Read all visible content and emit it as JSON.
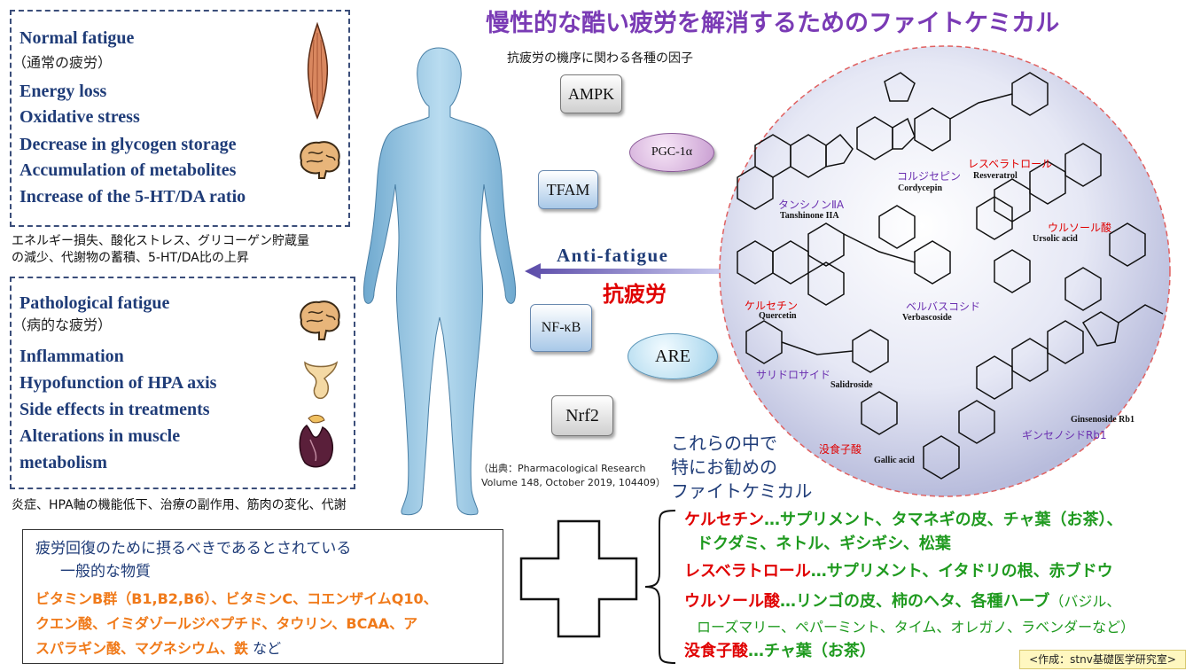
{
  "title": "慢性的な酷い疲労を解消するためのファイトケミカル",
  "normal_fatigue": {
    "heading": "Normal fatigue",
    "sub": "（通常の疲労）",
    "items": [
      "Energy loss",
      "Oxidative stress",
      "Decrease in glycogen storage",
      "Accumulation of metabolites",
      "Increase of the 5-HT/DA ratio"
    ],
    "caption_line1": "エネルギー損失、酸化ストレス、グリコーゲン貯蔵量",
    "caption_line2": "の減少、代謝物の蓄積、5-HT/DA比の上昇"
  },
  "pathological_fatigue": {
    "heading": "Pathological fatigue",
    "sub": "（病的な疲労）",
    "items": [
      "Inflammation",
      "Hypofunction of HPA axis",
      "Side effects in treatments",
      "Alterations in muscle",
      "metabolism"
    ],
    "caption": "炎症、HPA軸の機能低下、治療の副作用、筋肉の変化、代謝"
  },
  "factors": {
    "header": "抗疲労の機序に関わる各種の因子",
    "ampk": "AMPK",
    "pgc": "PGC-1α",
    "tfam": "TFAM",
    "nfkb": "NF-κB",
    "are": "ARE",
    "nrf2": "Nrf2"
  },
  "anti_fatigue": {
    "en": "Anti-fatigue",
    "jp": "抗疲労"
  },
  "source": {
    "line1": "（出典：Pharmacological Research",
    "line2": "Volume 148, October 2019, 104409）"
  },
  "molecules": {
    "tanshinone_jp": "タンシノンⅡA",
    "tanshinone_en": "Tanshinone IIA",
    "cordycepin_jp": "コルジセピン",
    "cordycepin_en": "Cordycepin",
    "resveratrol_jp": "レスベラトロール",
    "resveratrol_en": "Resveratrol",
    "ursolic_jp": "ウルソール酸",
    "ursolic_en": "Ursolic acid",
    "quercetin_jp": "ケルセチン",
    "quercetin_en": "Quercetin",
    "verbascoside_jp": "ベルバスコシド",
    "verbascoside_en": "Verbascoside",
    "salidroside_jp": "サリドロサイド",
    "salidroside_en": "Salidroside",
    "gallic_jp": "没食子酸",
    "gallic_en": "Gallic acid",
    "ginsenoside_jp": "ギンセノシドRb1",
    "ginsenoside_en": "Ginsenoside Rb1"
  },
  "general": {
    "heading_line1": "疲労回復のために摂るべきであるとされている",
    "heading_line2": "一般的な物質",
    "line1": "ビタミンB群（B1,B2,B6）、ビタミンC、コエンザイムQ10、",
    "line2": "クエン酸、イミダゾールジペプチド、タウリン、BCAA、ア",
    "line3": "スパラギン酸、マグネシウム、鉄",
    "line3_tail": " など"
  },
  "recommend": {
    "heading_line1": "これらの中で",
    "heading_line2": "特にお勧めの",
    "heading_line3": "ファイトケミカル",
    "q_name": "ケルセチン",
    "q_src1": "…サプリメント、タマネギの皮、チャ葉（お茶）、",
    "q_src2": "ドクダミ、ネトル、ギシギシ、松葉",
    "r_name": "レスベラトロール",
    "r_src": "…サプリメント、イタドリの根、赤ブドウ",
    "u_name": "ウルソール酸",
    "u_src1": "…リンゴの皮、柿のヘタ、各種ハーブ",
    "u_src1b": "（バジル、",
    "u_src2": "ローズマリー、ペパーミント、タイム、オレガノ、ラベンダーなど）",
    "g_name": "没食子酸",
    "g_src": "…チャ葉（お茶）"
  },
  "credit": "<作成：stnv基礎医学研究室>",
  "colors": {
    "title": "#7a3bb5",
    "navy": "#1f3c78",
    "green": "#1f9a1f",
    "red": "#e00000",
    "orange": "#f07a1a"
  }
}
